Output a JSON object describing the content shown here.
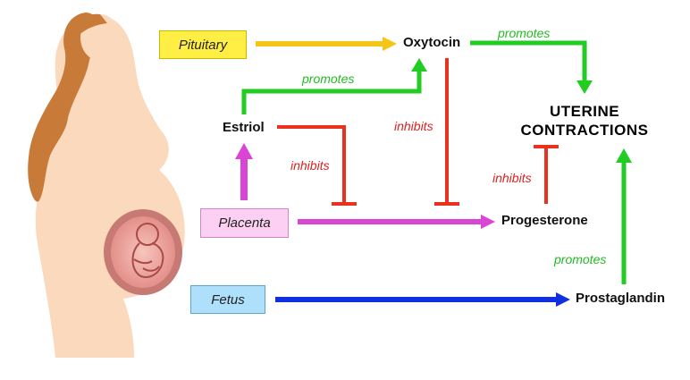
{
  "boxes": {
    "pituitary": "Pituitary",
    "placenta": "Placenta",
    "fetus": "Fetus"
  },
  "nodes": {
    "oxytocin": "Oxytocin",
    "estriol": "Estriol",
    "progesterone": "Progesterone",
    "prostaglandin": "Prostaglandin",
    "uterine_line1": "UTERINE",
    "uterine_line2": "CONTRACTIONS"
  },
  "edge_labels": {
    "promotes_oxytocin_uterine": "promotes",
    "promotes_estriol_oxytocin": "promotes",
    "promotes_prostaglandin_uterine": "promotes",
    "inhibits_estriol_progesterone": "inhibits",
    "inhibits_oxytocin_progesterone": "inhibits",
    "inhibits_progesterone_uterine": "inhibits"
  },
  "colors": {
    "pituitary_arrow": "#f5c518",
    "promotes": "#22cc22",
    "inhibits": "#e8321e",
    "placenta_arrow": "#d946d6",
    "fetus_arrow": "#1030e0",
    "skin": "#fbd9bd",
    "hair": "#c87a38"
  },
  "illustration": {
    "subject": "pregnant-woman-silhouette-with-fetus-icon"
  }
}
